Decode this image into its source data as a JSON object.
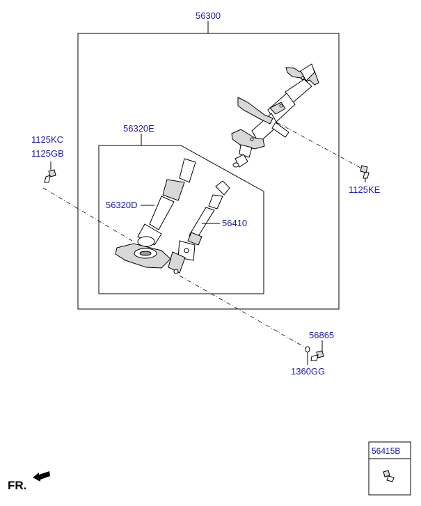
{
  "labels": {
    "assembly": "56300",
    "lower_shaft_assy": "56320E",
    "lower_shaft": "56320D",
    "joint_shaft": "56410",
    "bolt_left_a": "1125KC",
    "bolt_left_b": "1125GB",
    "bolt_right": "1125KE",
    "bolt_bottom": "56865",
    "washer_bottom": "1360GG",
    "inset_part": "56415B",
    "front_marker": "FR."
  },
  "colors": {
    "label": "#1a1aa8",
    "line": "#000000"
  }
}
